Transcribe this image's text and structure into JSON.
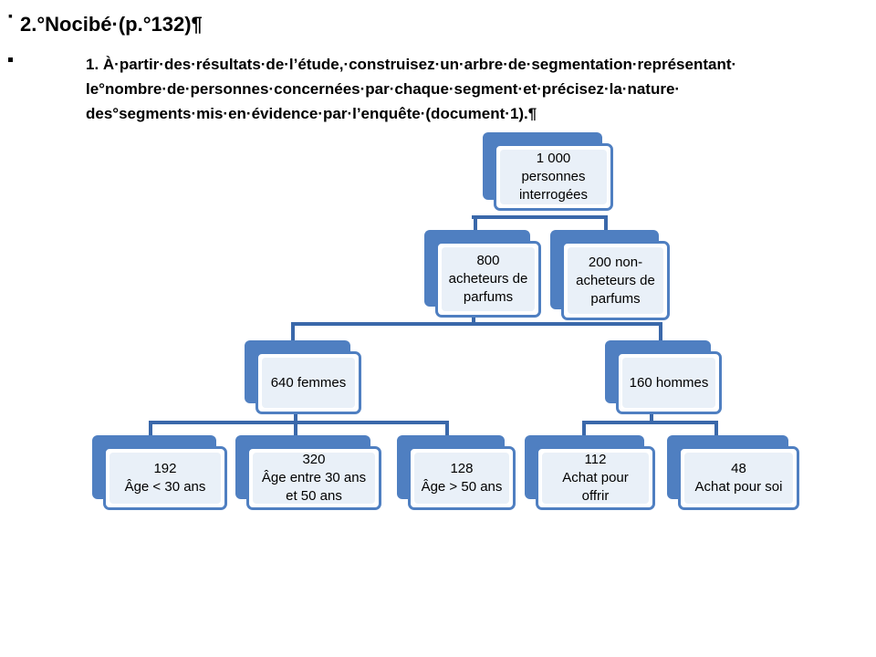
{
  "document": {
    "heading_mark": "▪",
    "heading": "2.°Nocibé·(p.°132)¶",
    "bullet": "▪",
    "question_lines": [
      "1. À·partir·des·résultats·de·l’étude,·construisez·un·arbre·de·segmentation·représentant·",
      "le°nombre·de·personnes·concernées·par·chaque·segment·et·précisez·la·nature·",
      "des°segments·mis·en·évidence·par·l’enquête·(document·1).¶"
    ]
  },
  "tree": {
    "root": {
      "lines": [
        "1 000",
        "personnes",
        "interrogées"
      ]
    },
    "buyers": {
      "lines": [
        "800",
        "acheteurs de",
        "parfums"
      ]
    },
    "non_buyers": {
      "lines": [
        "200 non-",
        "acheteurs de",
        "parfums"
      ]
    },
    "women": {
      "lines": [
        "640 femmes"
      ]
    },
    "men": {
      "lines": [
        "160 hommes"
      ]
    },
    "under30": {
      "lines": [
        "192",
        "Âge < 30 ans"
      ]
    },
    "between30_50": {
      "lines": [
        "320",
        "Âge entre 30 ans",
        "et 50 ans"
      ]
    },
    "over50": {
      "lines": [
        "128",
        "Âge > 50 ans"
      ]
    },
    "gift": {
      "lines": [
        "112",
        "Achat pour",
        "offrir"
      ]
    },
    "self": {
      "lines": [
        "48",
        "Achat pour soi"
      ]
    }
  },
  "colors": {
    "box_fill_dark": "#4f7fc1",
    "box_inner": "#e9f0f8",
    "connector": "#3a68aa"
  }
}
